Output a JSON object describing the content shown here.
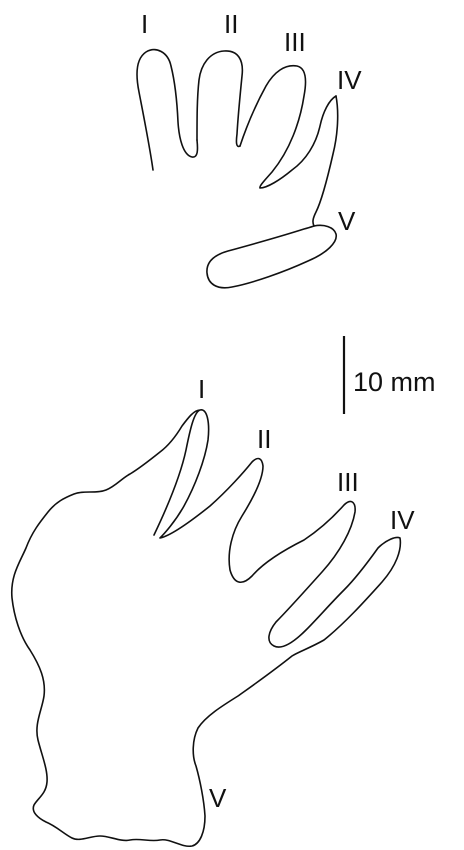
{
  "top_print": {
    "digit_labels": [
      "I",
      "II",
      "III",
      "IV",
      "V"
    ]
  },
  "bottom_print": {
    "digit_labels": [
      "I",
      "II",
      "III",
      "IV",
      "V"
    ]
  },
  "scale_bar": {
    "label": "10 mm"
  },
  "colors": {
    "background": "#ffffff",
    "ink": "#111111"
  }
}
